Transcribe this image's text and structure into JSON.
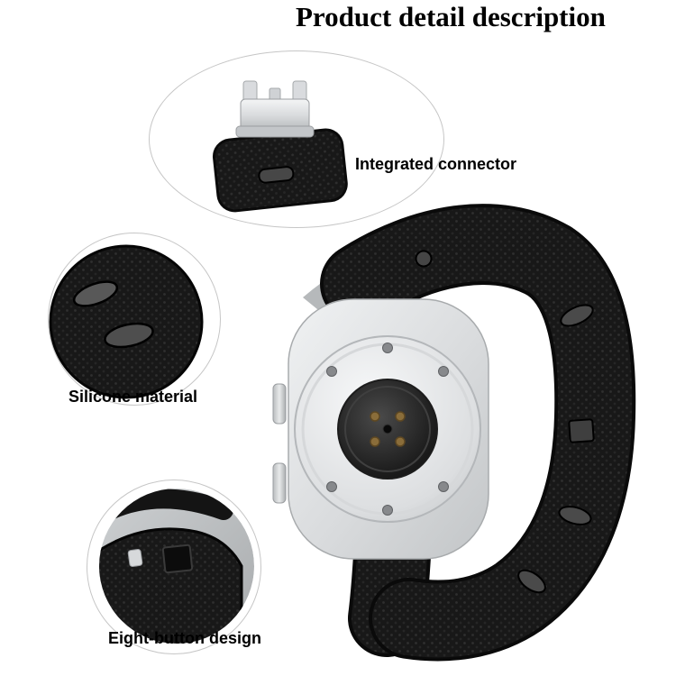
{
  "title": "Product detail description",
  "callouts": {
    "connector": {
      "label": "Integrated connector"
    },
    "material": {
      "label": "Silicone material"
    },
    "buttons": {
      "label": "Eight-button design"
    }
  },
  "colors": {
    "band_black": "#161616",
    "band_texture_dot": "#2f2f2f",
    "band_inner_gray": "#b6b9bb",
    "case_silver": "#d6d8da",
    "sensor_gold": "#8a6d3a",
    "ring_gray": "#c6c6c6",
    "text": "#000000",
    "background": "#ffffff"
  }
}
